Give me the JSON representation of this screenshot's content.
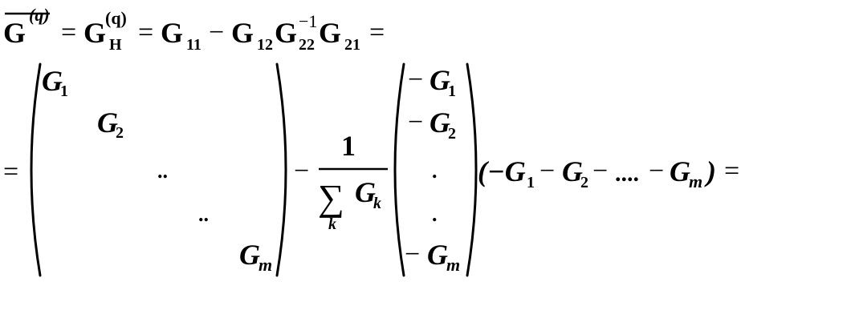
{
  "line1": {
    "G_symbol": "G",
    "q_superscript": "(q)",
    "eq": "=",
    "H_subscript": "H",
    "minus": "−",
    "idx_11": "11",
    "idx_12": "12",
    "idx_22": "22",
    "inv": "−1",
    "idx_21": "21"
  },
  "line2": {
    "eq": "=",
    "minus": "−",
    "dots2": "..",
    "dot1": ".",
    "m": "m",
    "idx_1": "1",
    "idx_2": "2",
    "k": "k",
    "frac_num": "1",
    "sum": "∑",
    "G_italic": "G",
    "row_tail": "(−G",
    "row_dots": "....",
    "close_paren": ")"
  }
}
